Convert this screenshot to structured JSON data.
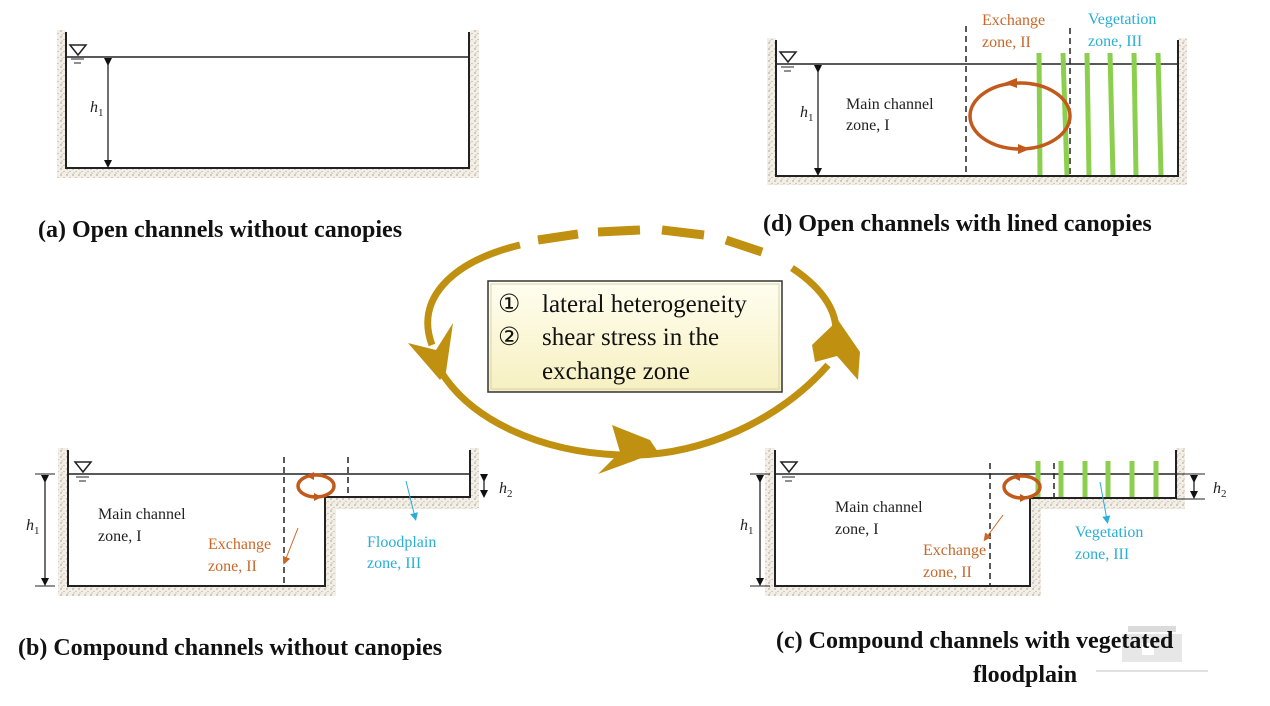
{
  "figure": {
    "colors": {
      "cycle_arrow": "#c09010",
      "eddy": "#c25a1c",
      "vegetation": "#8ccf4e",
      "exchange_text": "#c8682a",
      "vegetation_text": "#2aaed6",
      "box_fill": "#fffde0"
    },
    "center_box": {
      "item1_marker": "①",
      "item1_text": "lateral heterogeneity",
      "item2_marker": "②",
      "item2_text_line1": "shear stress in the",
      "item2_text_line2": "exchange zone"
    },
    "panels": {
      "a": {
        "caption": "(a)  Open channels without canopies",
        "depth_symbol": "h",
        "depth_subscript": "1"
      },
      "d": {
        "caption": "(d)  Open channels with lined canopies",
        "depth_symbol": "h",
        "depth_subscript": "1",
        "main_zone_line1": "Main channel",
        "main_zone_line2": "zone, I",
        "exchange_line1": "Exchange",
        "exchange_line2": "zone, II",
        "vegetation_line1": "Vegetation",
        "vegetation_line2": "zone, III"
      },
      "b": {
        "caption": "(b)  Compound channels without canopies",
        "depth1_symbol": "h",
        "depth1_subscript": "1",
        "depth2_symbol": "h",
        "depth2_subscript": "2",
        "main_zone_line1": "Main channel",
        "main_zone_line2": "zone, I",
        "exchange_line1": "Exchange",
        "exchange_line2": "zone, II",
        "floodplain_line1": "Floodplain",
        "floodplain_line2": "zone, III"
      },
      "c": {
        "caption_line1": "(c)  Compound channels with vegetated",
        "caption_line2": "floodplain",
        "depth1_symbol": "h",
        "depth1_subscript": "1",
        "depth2_symbol": "h",
        "depth2_subscript": "2",
        "main_zone_line1": "Main channel",
        "main_zone_line2": "zone, I",
        "exchange_line1": "Exchange",
        "exchange_line2": "zone, II",
        "vegetation_line1": "Vegetation",
        "vegetation_line2": "zone, III"
      }
    }
  }
}
